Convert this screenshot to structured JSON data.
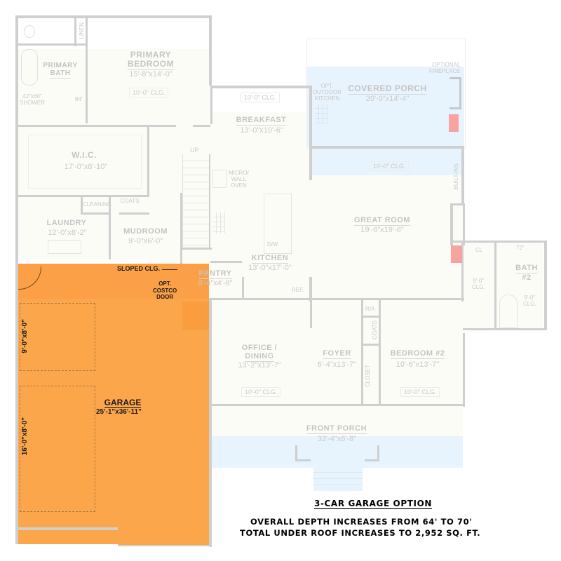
{
  "title": "3-CAR GARAGE OPTION",
  "notes": [
    "OVERALL DEPTH INCREASES FROM 64' TO 70'",
    "TOTAL UNDER ROOF INCREASES TO 2,952 SQ. FT."
  ],
  "colors": {
    "garage_highlight": "#fca64c",
    "porch_fill": "#e8f4fd",
    "floor_fill": "#fcfcf7",
    "wall": "#cfcfcf",
    "fireplace_red": "#f7a3a0",
    "label_gray": "#c4c4c4"
  },
  "rooms": {
    "primary_bedroom": {
      "name": "PRIMARY BEDROOM",
      "line1": "PRIMARY",
      "line2": "BEDROOM",
      "dims": "15'-8\"x14'-0\"",
      "ceiling": "10'-0\" CLG."
    },
    "primary_bath": {
      "line1": "PRIMARY",
      "line2": "BATH",
      "shower": "42\"x60\"",
      "shower_label": "SHOWER",
      "vanity": "84\"",
      "linen": "LINEN"
    },
    "wic": {
      "name": "W.I.C.",
      "dims": "17'-0\"x8'-10\""
    },
    "laundry": {
      "name": "LAUNDRY",
      "dims": "12'-0\"x8'-2\"",
      "cleaning": "CLEANING",
      "coats": "COATS"
    },
    "mudroom": {
      "name": "MUDROOM",
      "dims": "9'-0\"x6'-0\""
    },
    "stairs": {
      "label": "UP"
    },
    "breakfast": {
      "name": "BREAKFAST",
      "dims": "13'-0\"x10'-6\"",
      "ceiling": "10'-0\" CLG."
    },
    "kitchen": {
      "name": "KITCHEN",
      "dims": "13'-0\"x17'-0\"",
      "micro_line1": "MICRO/",
      "micro_line2": "WALL",
      "micro_line3": "OVEN",
      "dw": "D/W",
      "ref": "REF."
    },
    "pantry": {
      "name": "PANTRY",
      "dims": "8'-4\"x4'-8\""
    },
    "covered_porch": {
      "name": "COVERED PORCH",
      "dims": "20'-0\"x14'-4\"",
      "ceiling": "10'-0\" CLG.",
      "outdoor_kitchen_1": "OPT.",
      "outdoor_kitchen_2": "OUTDOOR",
      "outdoor_kitchen_3": "KITCHEN",
      "fireplace_1": "OPTIONAL",
      "fireplace_2": "FIREPLACE"
    },
    "great_room": {
      "name": "GREAT ROOM",
      "dims": "19'-6\"x19'-6\"",
      "built_ins": "BUILT-INS"
    },
    "bath2": {
      "line1": "BATH",
      "line2": "#2",
      "vanity": "72\"",
      "cl": "CL",
      "hall_clg_1": "9'-0\"",
      "hall_clg_2": "CLG.",
      "bath_clg_1": "9'-0\"",
      "bath_clg_2": "CLG."
    },
    "office_dining": {
      "line1": "OFFICE /",
      "line2": "DINING",
      "dims": "13'-2\"x13'-7\"",
      "ceiling": "10'-0\" CLG."
    },
    "foyer": {
      "name": "FOYER",
      "dims": "6'-4\"x13'-7\"",
      "ra": "R/A",
      "coats": "COATS",
      "closet": "CLOSET"
    },
    "bedroom2": {
      "name": "BEDROOM #2",
      "dims": "10'-6\"x13'-7\"",
      "ceiling": "10'-0\" CLG."
    },
    "front_porch": {
      "name": "FRONT PORCH",
      "dims": "33'-4\"x6'-8\""
    },
    "garage": {
      "name": "GARAGE",
      "dims": "25'-1\"x36'-11\"",
      "door1": "9'-0\"x8'-0\"",
      "door2": "16'-0\"x8'-0\"",
      "sloped": "SLOPED CLG.",
      "costco_1": "OPT.",
      "costco_2": "COSTCO",
      "costco_3": "DOOR"
    }
  }
}
